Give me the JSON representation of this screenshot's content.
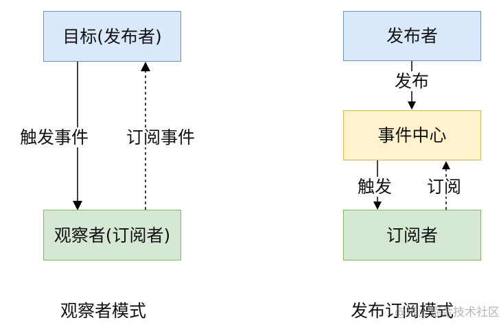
{
  "observer_pattern": {
    "subject_box": "目标(发布者)",
    "observer_box": "观察者(订阅者)",
    "trigger_label": "触发事件",
    "subscribe_label": "订阅事件",
    "caption": "观察者模式"
  },
  "pubsub_pattern": {
    "publisher_box": "发布者",
    "event_center_box": "事件中心",
    "subscriber_box": "订阅者",
    "publish_label": "发布",
    "trigger_label": "触发",
    "subscribe_label": "订阅",
    "caption": "发布订阅模式"
  },
  "watermark": "@稀土掘金技术社区",
  "colors": {
    "blue_fill": "#dae8fc",
    "blue_stroke": "#6c8ebf",
    "yellow_fill": "#fff2cc",
    "yellow_stroke": "#d6b656",
    "green_fill": "#d5e8d4",
    "green_stroke": "#82b366"
  }
}
